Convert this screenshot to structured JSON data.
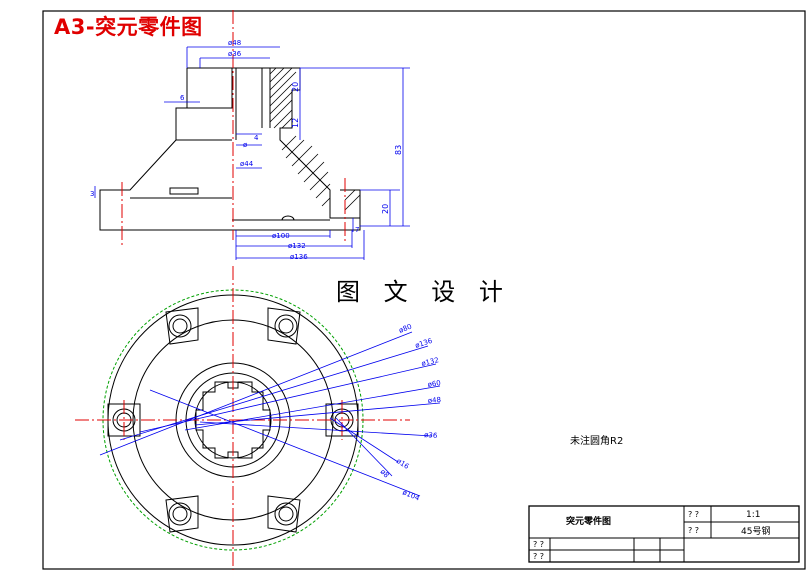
{
  "header": {
    "title": "A3-突元零件图",
    "watermark": "图 文 设 计"
  },
  "top_view_dims": {
    "d48": "ø48",
    "d36": "ø36",
    "len6": "6",
    "len20_top": "20",
    "len12": "12",
    "len4": "4",
    "d_small": "ø",
    "d44": "ø44",
    "len3": "3",
    "len83": "83",
    "len20_right": "20",
    "len7": "7",
    "d100": "ø100",
    "d132": "ø132",
    "d136": "ø136"
  },
  "plan_view_dims": {
    "d80": "ø80",
    "d136": "ø136",
    "d132": "ø132",
    "d60": "ø60",
    "d48": "ø48",
    "d36": "ø36",
    "d16": "ø16",
    "d8": "ø8",
    "d104": "ø104"
  },
  "note": "未注圆角R2",
  "title_block": {
    "part_name": "突元零件图",
    "scale_label": "? ?",
    "scale_value": "1:1",
    "material_label": "? ?",
    "material_value": "45号钢",
    "row3_label": "? ?",
    "row4_label": "? ?"
  },
  "colors": {
    "outline": "#000000",
    "dimension": "#0000ee",
    "centerline": "#e00000",
    "circle_green": "#00a000",
    "title_red": "#e00000"
  }
}
